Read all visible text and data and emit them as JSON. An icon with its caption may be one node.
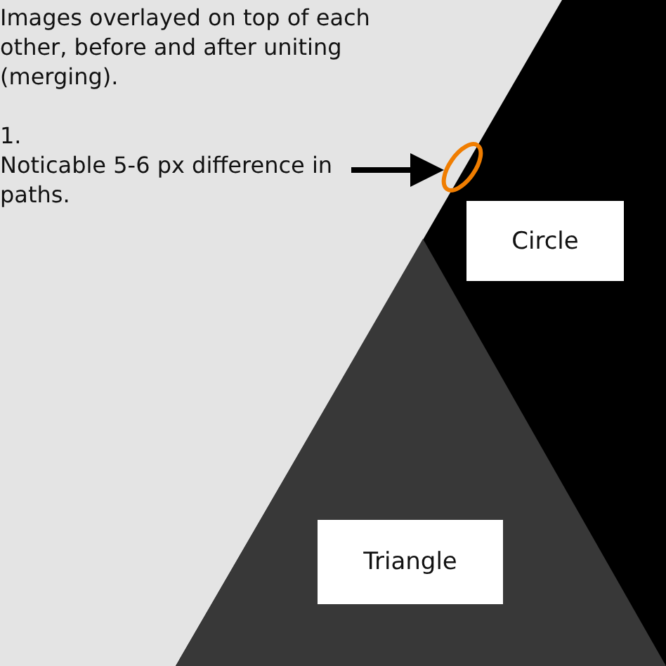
{
  "diagram": {
    "nodes": [
      {
        "text": [
          "Noticable 5-6 px difference in paths."
        ]
      },
      {
        "text": [],
        "shape": "circle"
      },
      {
        "text": [
          "Circle"
        ]
      },
      {
        "text": [
          "Triangle"
        ]
      }
    ],
    "edges": [
      {
        "from": 0,
        "to": 1,
        "arrow": "to"
      }
    ],
    "labels": [
      "Images overlayed on top of each other, before and after uniting (merging).",
      "1."
    ]
  }
}
